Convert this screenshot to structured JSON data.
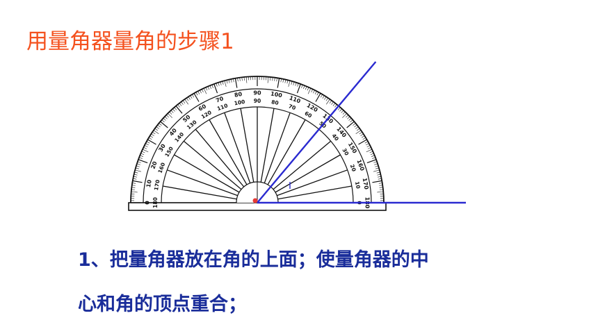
{
  "slide": {
    "title": "用量角器量角的步骤1",
    "instruction_line1": "1、把量角器放在角的上面；使量角器的中",
    "instruction_line2": "心和角的顶点重合；"
  },
  "protractor": {
    "outer_scale_labels": [
      "0",
      "10",
      "20",
      "30",
      "40",
      "50",
      "60",
      "70",
      "80",
      "90",
      "100",
      "110",
      "120",
      "130",
      "140",
      "150",
      "160",
      "170",
      "180"
    ],
    "inner_scale_labels": [
      "180",
      "170",
      "160",
      "150",
      "140",
      "130",
      "120",
      "110",
      "100",
      "90",
      "80",
      "70",
      "60",
      "50",
      "40",
      "30",
      "20",
      "10",
      "0"
    ],
    "ray_angle_degrees": 50,
    "colors": {
      "title": "#f4511e",
      "instruction": "#1a2d9a",
      "angle_rays": "#2a2ad0",
      "vertex_dot": "#e53935"
    }
  }
}
